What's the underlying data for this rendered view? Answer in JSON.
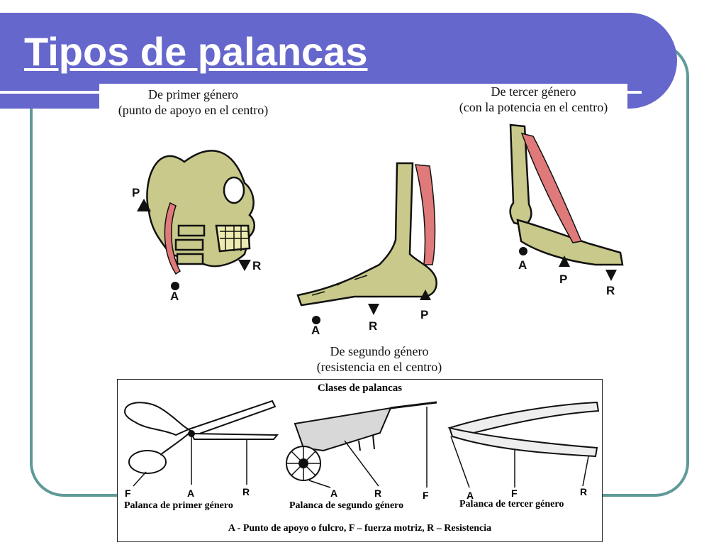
{
  "slide": {
    "title": "Tipos de palancas"
  },
  "diagram": {
    "first_class": {
      "title": "De primer género",
      "subtitle": "(punto de apoyo en el centro)",
      "labels": {
        "p": "P",
        "r": "R",
        "a": "A"
      }
    },
    "second_class": {
      "title": "De segundo género",
      "subtitle": "(resistencia en el centro)",
      "labels": {
        "a": "A",
        "r": "R",
        "p": "P"
      }
    },
    "third_class": {
      "title": "De tercer género",
      "subtitle": "(con la potencia en el centro)",
      "labels": {
        "a": "A",
        "p": "P",
        "r": "R"
      }
    }
  },
  "tools": {
    "heading": "Clases de palancas",
    "scissors": {
      "labels": {
        "f": "F",
        "a": "A",
        "r": "R"
      },
      "caption": "Palanca de primer género"
    },
    "wheelbarrow": {
      "labels": {
        "a": "A",
        "r": "R",
        "f": "F"
      },
      "caption": "Palanca de segundo género"
    },
    "tongs": {
      "labels": {
        "a": "A",
        "f": "F",
        "r": "R"
      },
      "caption": "Palanca de tercer género"
    },
    "legend": "A - Punto de apoyo o fulcro, F – fuerza motriz, R – Resistencia"
  },
  "colors": {
    "title_bar": "#6667cc",
    "frame": "#5f9a98",
    "bone": "#c8c98a",
    "muscle": "#e07a7a"
  }
}
